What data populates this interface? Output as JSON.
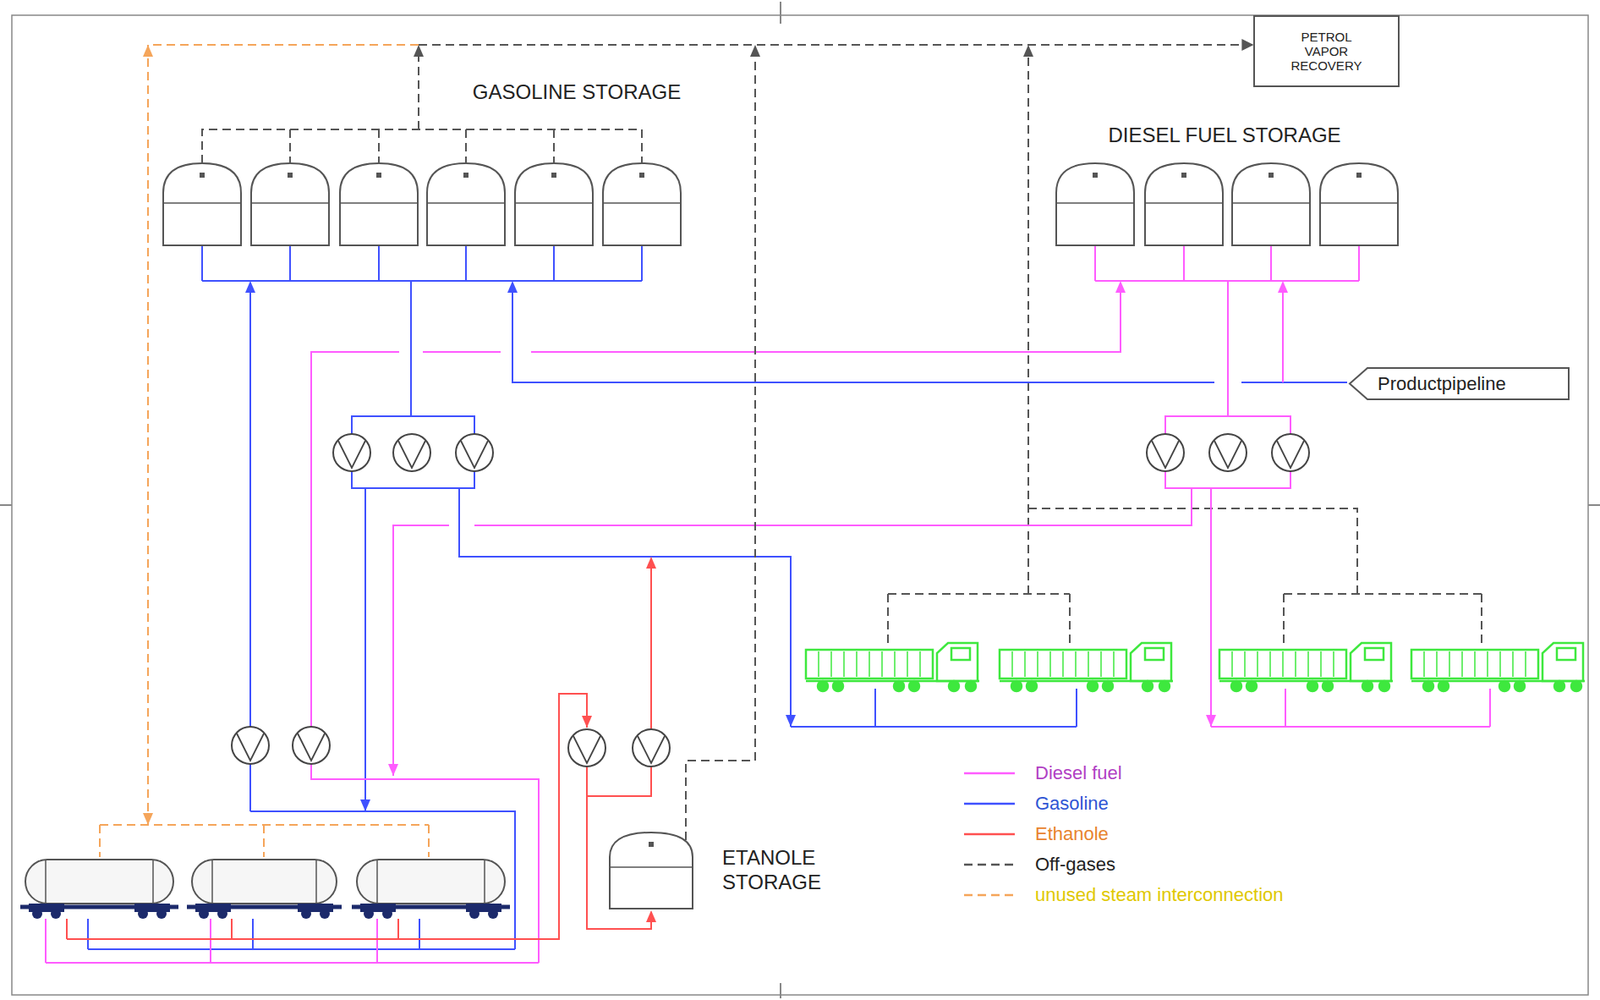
{
  "diagram": {
    "nodes": [
      {
        "text": [
          "PETROL VAPOR RECOVERY"
        ]
      },
      {
        "text": [
          "Productpipeline"
        ]
      },
      {
        "text": [
          "ETANOLE STORAGE"
        ]
      }
    ],
    "edges": [
      {
        "from": 2,
        "to": 0,
        "arrow": "to"
      }
    ],
    "labels": [
      "GASOLINE STORAGE",
      "DIESEL FUEL STORAGE"
    ],
    "legend": [
      {
        "text": "Diesel fuel",
        "color": "#ff5cff"
      },
      {
        "text": "Gasoline",
        "color": "#3f51ff"
      },
      {
        "text": "Ethanole",
        "color": "#ff5050"
      },
      {
        "text": "Off-gases"
      },
      {
        "text": "unused steam interconnection"
      }
    ]
  }
}
